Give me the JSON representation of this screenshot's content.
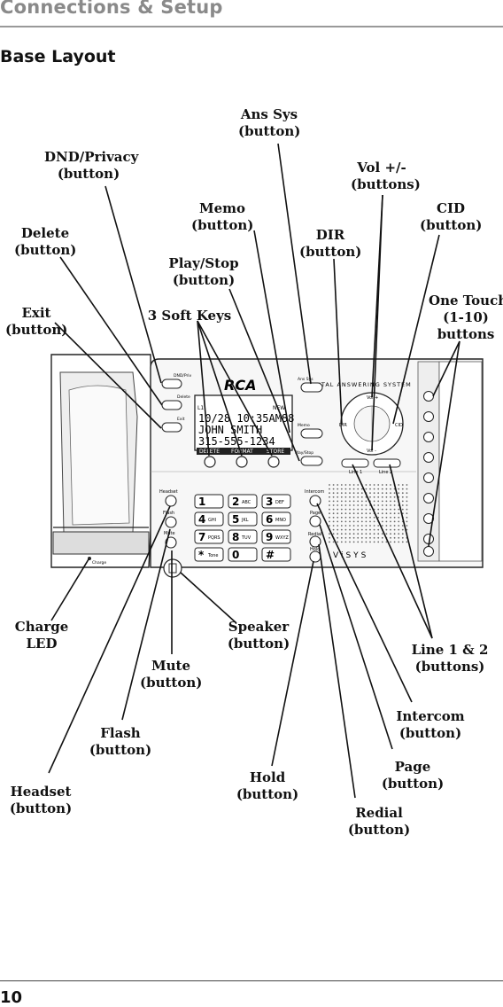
{
  "header": {
    "section_title": "Connections & Setup",
    "subtitle": "Base Layout"
  },
  "labels": {
    "ans_sys": [
      "Ans Sys",
      "(button)"
    ],
    "dnd_privacy": [
      "DND/Privacy",
      "(button)"
    ],
    "vol": [
      "Vol +/-",
      "(buttons)"
    ],
    "memo": [
      "Memo",
      "(button)"
    ],
    "cid": [
      "CID",
      "(button)"
    ],
    "delete": [
      "Delete",
      "(button)"
    ],
    "dir": [
      "DIR",
      "(button)"
    ],
    "play_stop": [
      "Play/Stop",
      "(button)"
    ],
    "one_touch": [
      "One Touch",
      "(1-10)",
      "buttons"
    ],
    "exit": [
      "Exit",
      "(button)"
    ],
    "soft_keys": [
      "3 Soft Keys"
    ],
    "charge_led": [
      "Charge",
      "LED"
    ],
    "speaker": [
      "Speaker",
      "(button)"
    ],
    "line": [
      "Line 1 & 2",
      "(buttons)"
    ],
    "mute": [
      "Mute",
      "(button)"
    ],
    "intercom": [
      "Intercom",
      "(button)"
    ],
    "flash": [
      "Flash",
      "(button)"
    ],
    "page": [
      "Page",
      "(button)"
    ],
    "hold": [
      "Hold",
      "(button)"
    ],
    "headset": [
      "Headset",
      "(button)"
    ],
    "redial": [
      "Redial",
      "(button)"
    ]
  },
  "device": {
    "brand": "RCA",
    "system_name": "DIGITAL ANSWERING SYSTEM",
    "model": "ViSYS",
    "lcd": {
      "line1": "10/28 10:35AM88",
      "line2": "JOHN SMITH",
      "line3": "315-555-1234",
      "indicator_left": "L1",
      "indicator_right": "NEW"
    },
    "soft_keys": [
      "DELETE",
      "FORMAT",
      "STORE"
    ],
    "left_keys": [
      "DND/Priv",
      "Delete",
      "Exit"
    ],
    "right_keys": [
      "Ans Sys",
      "Memo",
      "Play/Stop"
    ],
    "side_keys": [
      "Headset",
      "Flash",
      "Mute"
    ],
    "keypad": [
      {
        "digit": "1",
        "letters": ""
      },
      {
        "digit": "2",
        "letters": "ABC"
      },
      {
        "digit": "3",
        "letters": "DEF"
      },
      {
        "digit": "4",
        "letters": "GHI"
      },
      {
        "digit": "5",
        "letters": "JKL"
      },
      {
        "digit": "6",
        "letters": "MNO"
      },
      {
        "digit": "7",
        "letters": "PQRS"
      },
      {
        "digit": "8",
        "letters": "TUV"
      },
      {
        "digit": "9",
        "letters": "WXYZ"
      },
      {
        "digit": "*",
        "letters": "Tone"
      },
      {
        "digit": "0",
        "letters": ""
      },
      {
        "digit": "#",
        "letters": ""
      }
    ],
    "intercom_keys": [
      "Intercom",
      "Page",
      "Redial",
      "Hold"
    ],
    "nav": {
      "vol_up": "Vol +",
      "vol_down": "Vol -",
      "dir": "DIR",
      "cid": "CID"
    },
    "line_keys": [
      "Line 1",
      "Line 2"
    ],
    "charge_label": "Charge"
  },
  "footer": {
    "page_number": "10"
  }
}
